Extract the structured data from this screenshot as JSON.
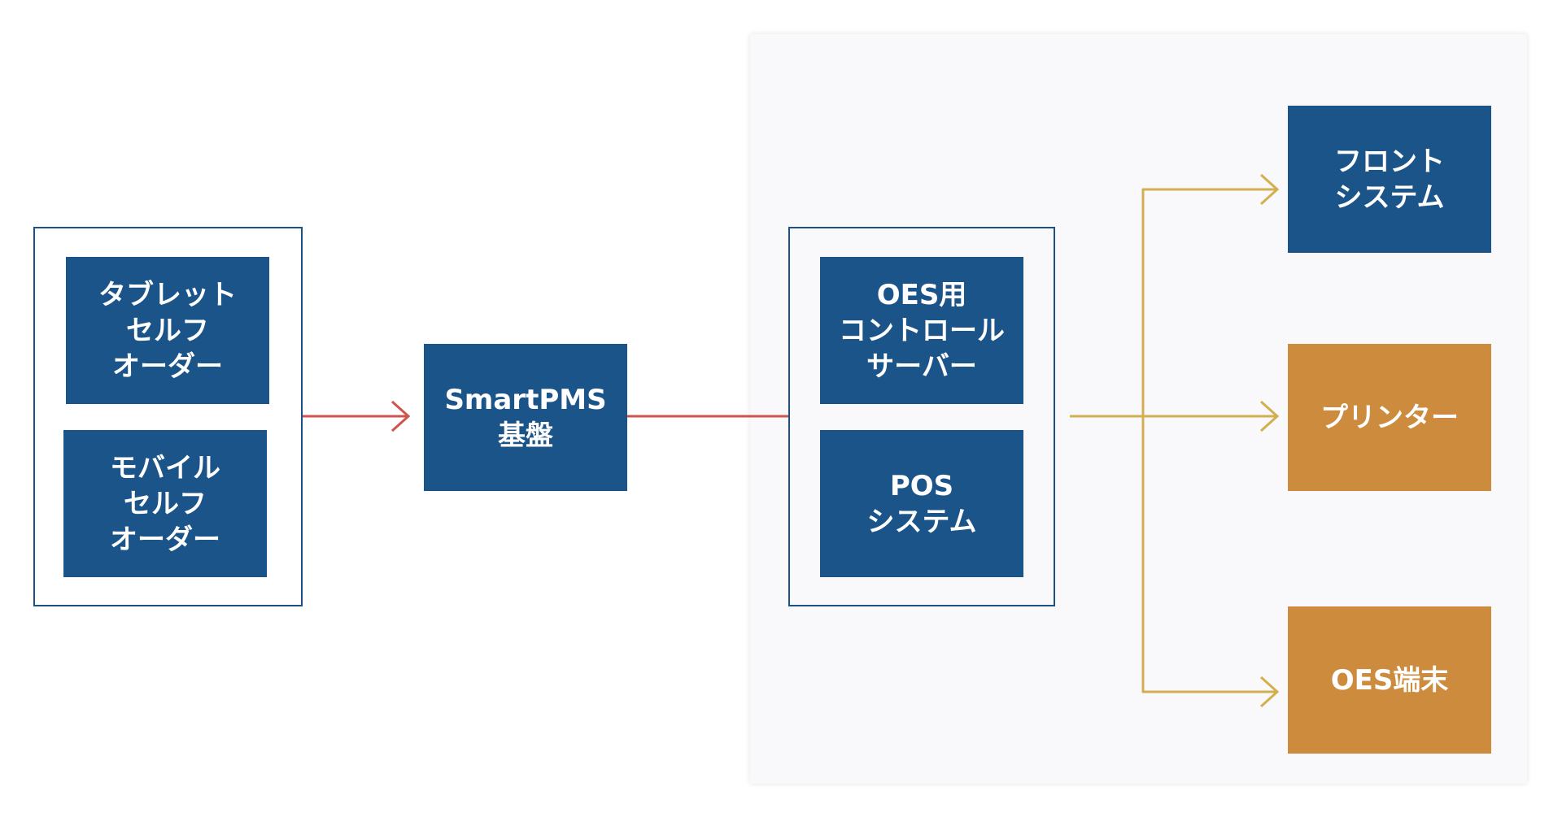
{
  "colors": {
    "node_blue": "#1b5489",
    "node_orange": "#cd8b3d",
    "edge_red": "#d1524f",
    "edge_gold": "#d4af4f",
    "group_border": "#1b5286",
    "panel_bg": "#f9f9fc"
  },
  "nodes": {
    "tablet": "タブレット\nセルフ\nオーダー",
    "mobile": "モバイル\nセルフ\nオーダー",
    "smartpms": "SmartPMS\n基盤",
    "oes_server": "OES用\nコントロール\nサーバー",
    "pos": "POS\nシステム",
    "front": "フロント\nシステム",
    "printer": "プリンター",
    "oes_terminal": "OES端末"
  },
  "edges": [
    {
      "from": "self-order-group",
      "to": "smartpms",
      "color": "edge_red",
      "arrow": true
    },
    {
      "from": "smartpms",
      "to": "server-group",
      "color": "edge_red",
      "arrow": false
    },
    {
      "from": "server-group",
      "to": "front",
      "color": "edge_gold",
      "arrow": true
    },
    {
      "from": "server-group",
      "to": "printer",
      "color": "edge_gold",
      "arrow": true
    },
    {
      "from": "server-group",
      "to": "oes_terminal",
      "color": "edge_gold",
      "arrow": true
    }
  ]
}
